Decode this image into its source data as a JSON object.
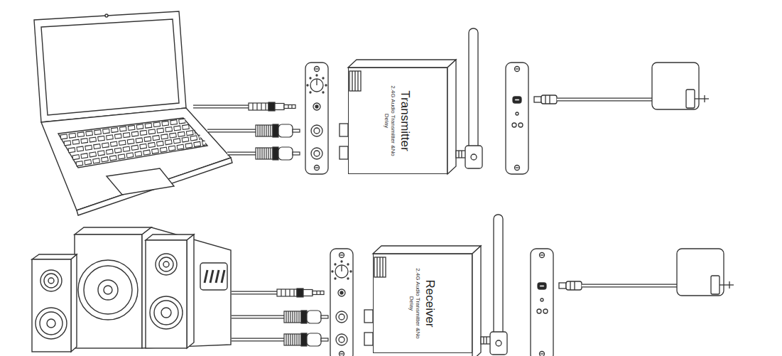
{
  "diagram": {
    "nodes": [
      {
        "text": [
          "Transmitter",
          "2.4G Audio Transmitter &No Delay"
        ]
      },
      {
        "text": [
          "Receiver",
          "2.4G Audio Transmitter &No Delay"
        ]
      }
    ]
  }
}
